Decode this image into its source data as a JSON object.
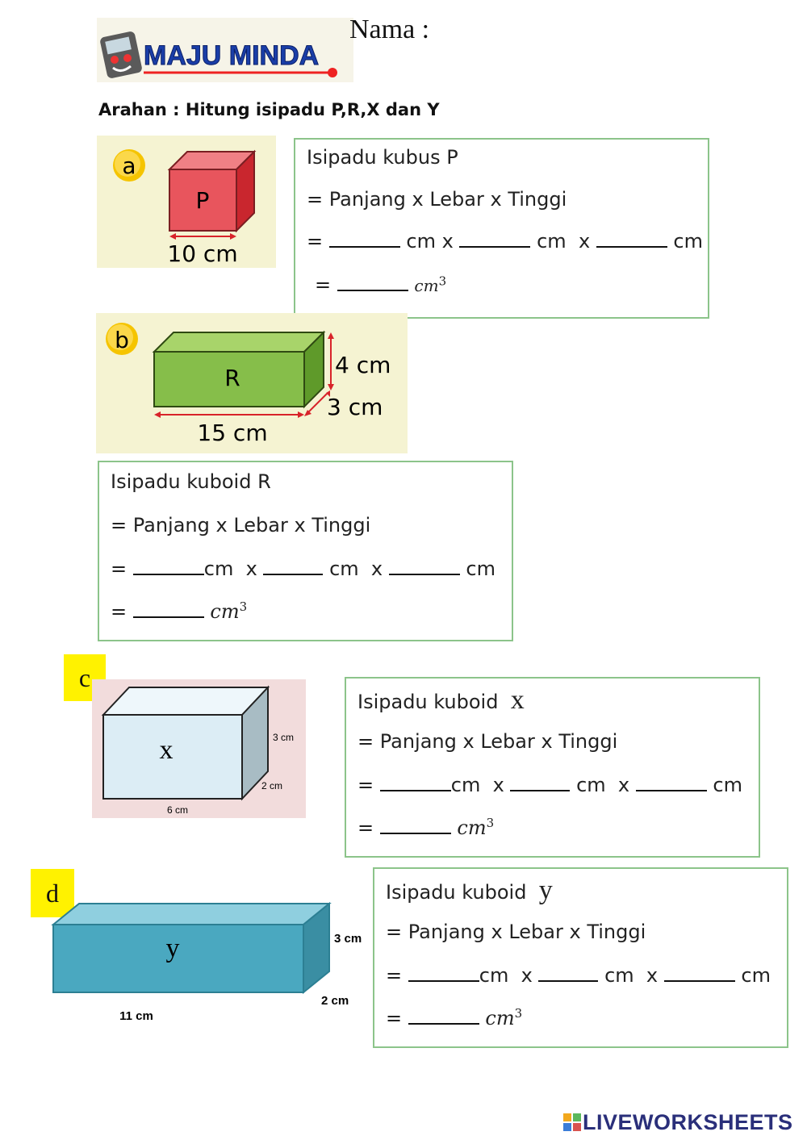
{
  "header": {
    "logo_text": "MAJU MINDA",
    "name_label": "Nama :",
    "instruction": "Arahan : Hitung isipadu P,R,X dan Y"
  },
  "questions": [
    {
      "marker": "a",
      "shape_label": "P",
      "dims": {
        "length": "10 cm"
      },
      "box_title": "Isipadu kubus P",
      "formula": "= Panjang x Lebar x Tinggi",
      "eq_sign": "=",
      "unit": "cm",
      "times": "x",
      "result_unit": "cm",
      "exp": "3"
    },
    {
      "marker": "b",
      "shape_label": "R",
      "dims": {
        "length": "15 cm",
        "width": "3 cm",
        "height": "4 cm"
      },
      "box_title": "Isipadu kuboid R",
      "formula": "= Panjang x Lebar x Tinggi",
      "eq_sign": "=",
      "unit": "cm",
      "times": "x",
      "result_unit": "cm",
      "exp": "3"
    },
    {
      "marker": "c",
      "shape_label": "x",
      "dims": {
        "length": "6 cm",
        "width": "2 cm",
        "height": "3 cm"
      },
      "box_title": "Isipadu kuboid",
      "box_letter": "x",
      "formula": "= Panjang x Lebar x Tinggi",
      "eq_sign": "=",
      "unit": "cm",
      "times": "x",
      "result_unit": "cm",
      "exp": "3"
    },
    {
      "marker": "d",
      "shape_label": "y",
      "dims": {
        "length": "11 cm",
        "width": "2 cm",
        "height": "3 cm"
      },
      "box_title": "Isipadu kuboid",
      "box_letter": "y",
      "formula": "= Panjang x Lebar x Tinggi",
      "eq_sign": "=",
      "unit": "cm",
      "times": "x",
      "result_unit": "cm",
      "exp": "3"
    }
  ],
  "footer": {
    "brand": "LIVEWORKSHEETS"
  },
  "colors": {
    "cube_red": "#e8555d",
    "cuboid_green": "#86be4a",
    "cuboid_lightblue": "#dcedf5",
    "cuboid_teal": "#4aa8c0",
    "panel_cream": "#f5f3d2",
    "panel_pink": "#f2dcdc",
    "box_border": "#8cc48a",
    "tag_yellow": "#fff200"
  }
}
